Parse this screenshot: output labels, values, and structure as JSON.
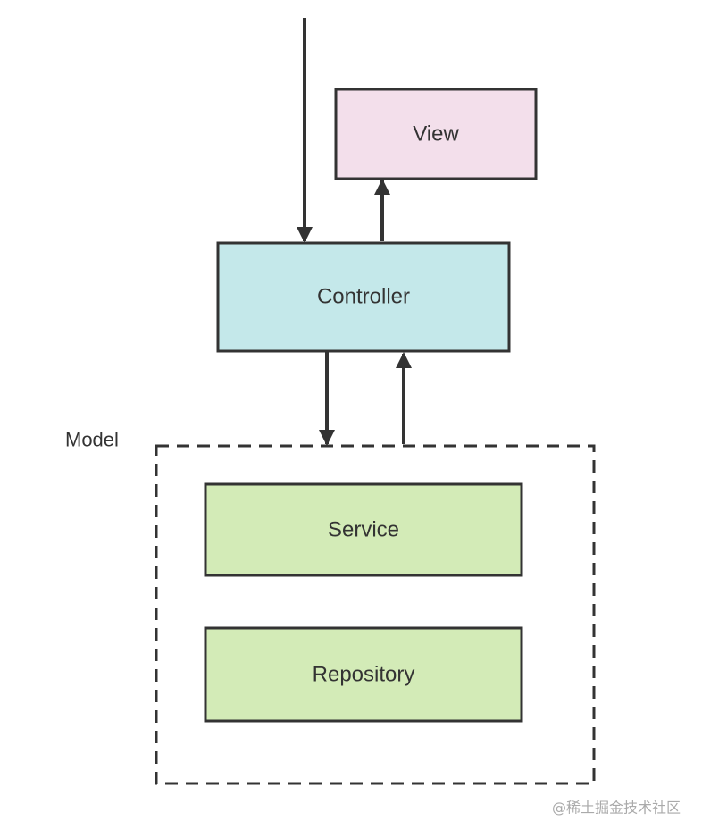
{
  "diagram": {
    "nodes": {
      "view": {
        "label": "View",
        "color": "#f3dfeb"
      },
      "controller": {
        "label": "Controller",
        "color": "#c4e8ea"
      },
      "service": {
        "label": "Service",
        "color": "#d3ebb7"
      },
      "repository": {
        "label": "Repository",
        "color": "#d3ebb7"
      }
    },
    "groups": {
      "model": {
        "label": "Model"
      }
    },
    "edge_color": "#333333"
  },
  "watermark": {
    "text": "@稀土掘金技术社区"
  }
}
